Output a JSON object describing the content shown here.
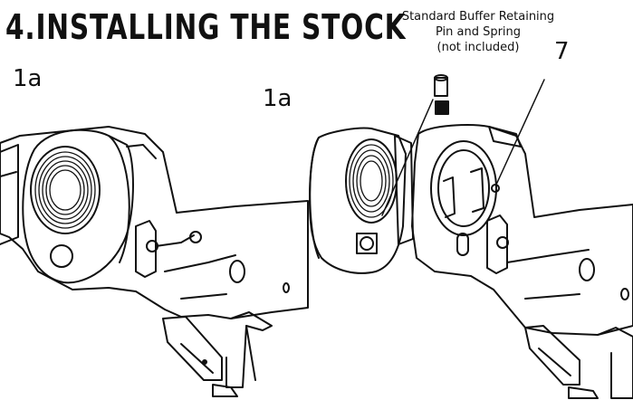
{
  "title": "4.INSTALLING THE STOCK",
  "callouts": {
    "left_part": "1a",
    "right_part": "1a",
    "buffer_part": "7"
  },
  "note": {
    "line1": "Standard Buffer Retaining",
    "line2": "Pin and Spring",
    "line3": "(not included)"
  }
}
